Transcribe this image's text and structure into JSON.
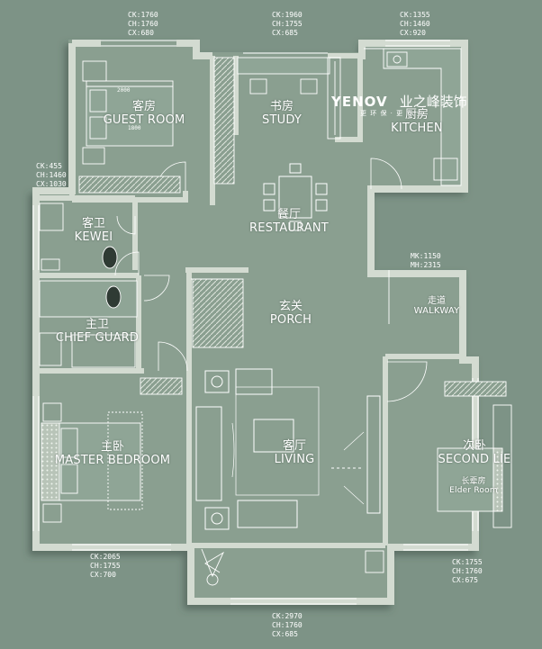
{
  "brand": {
    "name": "YENOV",
    "name_zh": "业之峰装饰",
    "tagline": "更 环 保 · 更 专 业"
  },
  "rooms": [
    {
      "id": "guest-room",
      "zh": "客房",
      "en": "GUEST ROOM"
    },
    {
      "id": "study",
      "zh": "书房",
      "en": "STUDY"
    },
    {
      "id": "kitchen",
      "zh": "厨房",
      "en": "KITCHEN"
    },
    {
      "id": "restaurant",
      "zh": "餐厅",
      "en": "RESTAURANT"
    },
    {
      "id": "kewei",
      "zh": "客卫",
      "en": "KEWEI"
    },
    {
      "id": "chief-guard",
      "zh": "主卫",
      "en": "CHIEF GUARD"
    },
    {
      "id": "porch",
      "zh": "玄关",
      "en": "PORCH"
    },
    {
      "id": "walkway",
      "zh": "走道",
      "en": "WALKWAY"
    },
    {
      "id": "master-bedroom",
      "zh": "主卧",
      "en": "MASTER  BEDROOM"
    },
    {
      "id": "living",
      "zh": "客厅",
      "en": "LIVING"
    },
    {
      "id": "second-lie",
      "zh": "次卧",
      "en": "SECOND LIE"
    },
    {
      "id": "elder-room",
      "zh": "长辈房",
      "en": "Elder Room"
    }
  ],
  "dimensions": [
    {
      "id": "guest-window",
      "lines": [
        "CK:1760",
        "CH:1760",
        "CX:680"
      ]
    },
    {
      "id": "study-window",
      "lines": [
        "CK:1960",
        "CH:1755",
        "CX:685"
      ]
    },
    {
      "id": "kitchen-window",
      "lines": [
        "CK:1355",
        "CH:1460",
        "CX:920"
      ]
    },
    {
      "id": "kewei-window",
      "lines": [
        "CK:455",
        "CH:1460",
        "CX:1030"
      ]
    },
    {
      "id": "kitchen-door",
      "lines": [
        "MK:1150",
        "MH:2315"
      ]
    },
    {
      "id": "master-window",
      "lines": [
        "CK:2065",
        "CH:1755",
        "CX:700"
      ]
    },
    {
      "id": "second-window",
      "lines": [
        "CK:1755",
        "CH:1760",
        "CX:675"
      ]
    },
    {
      "id": "living-window",
      "lines": [
        "CK:2970",
        "CH:1760",
        "CX:685"
      ]
    }
  ],
  "furniture_notes": {
    "bed_width": "2000",
    "bed_length": "1800"
  },
  "colors": {
    "background": "#7d9386",
    "wall": "#cfd8cd",
    "floor": "#8a9f90",
    "line": "#ffffff"
  }
}
